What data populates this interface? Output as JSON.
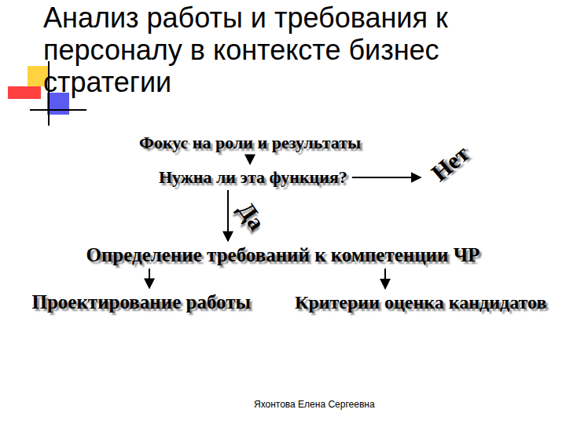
{
  "diagram": {
    "title": "Анализ работы и требования к персоналу в контексте бизнес стратегии",
    "nodes": [
      {
        "text": [
          "Фокус на роли и результаты"
        ]
      },
      {
        "text": [
          "Нужна ли эта функция?"
        ]
      },
      {
        "text": [
          "Нет"
        ]
      },
      {
        "text": [
          "Определение требований к компетенции ЧР"
        ]
      },
      {
        "text": [
          "Проектирование работы"
        ]
      },
      {
        "text": [
          "Критерии оценка кандидатов"
        ]
      }
    ],
    "edges": [
      {
        "from": 0,
        "to": 1,
        "arrow": "to"
      },
      {
        "from": 1,
        "to": 2,
        "arrow": "to"
      },
      {
        "from": 1,
        "to": 3,
        "label": "Да",
        "arrow": "to"
      },
      {
        "from": 3,
        "to": 4,
        "arrow": "to"
      },
      {
        "from": 3,
        "to": 5,
        "arrow": "to"
      }
    ],
    "labels": [
      "Яхонтова Елена Сергеевна"
    ]
  }
}
